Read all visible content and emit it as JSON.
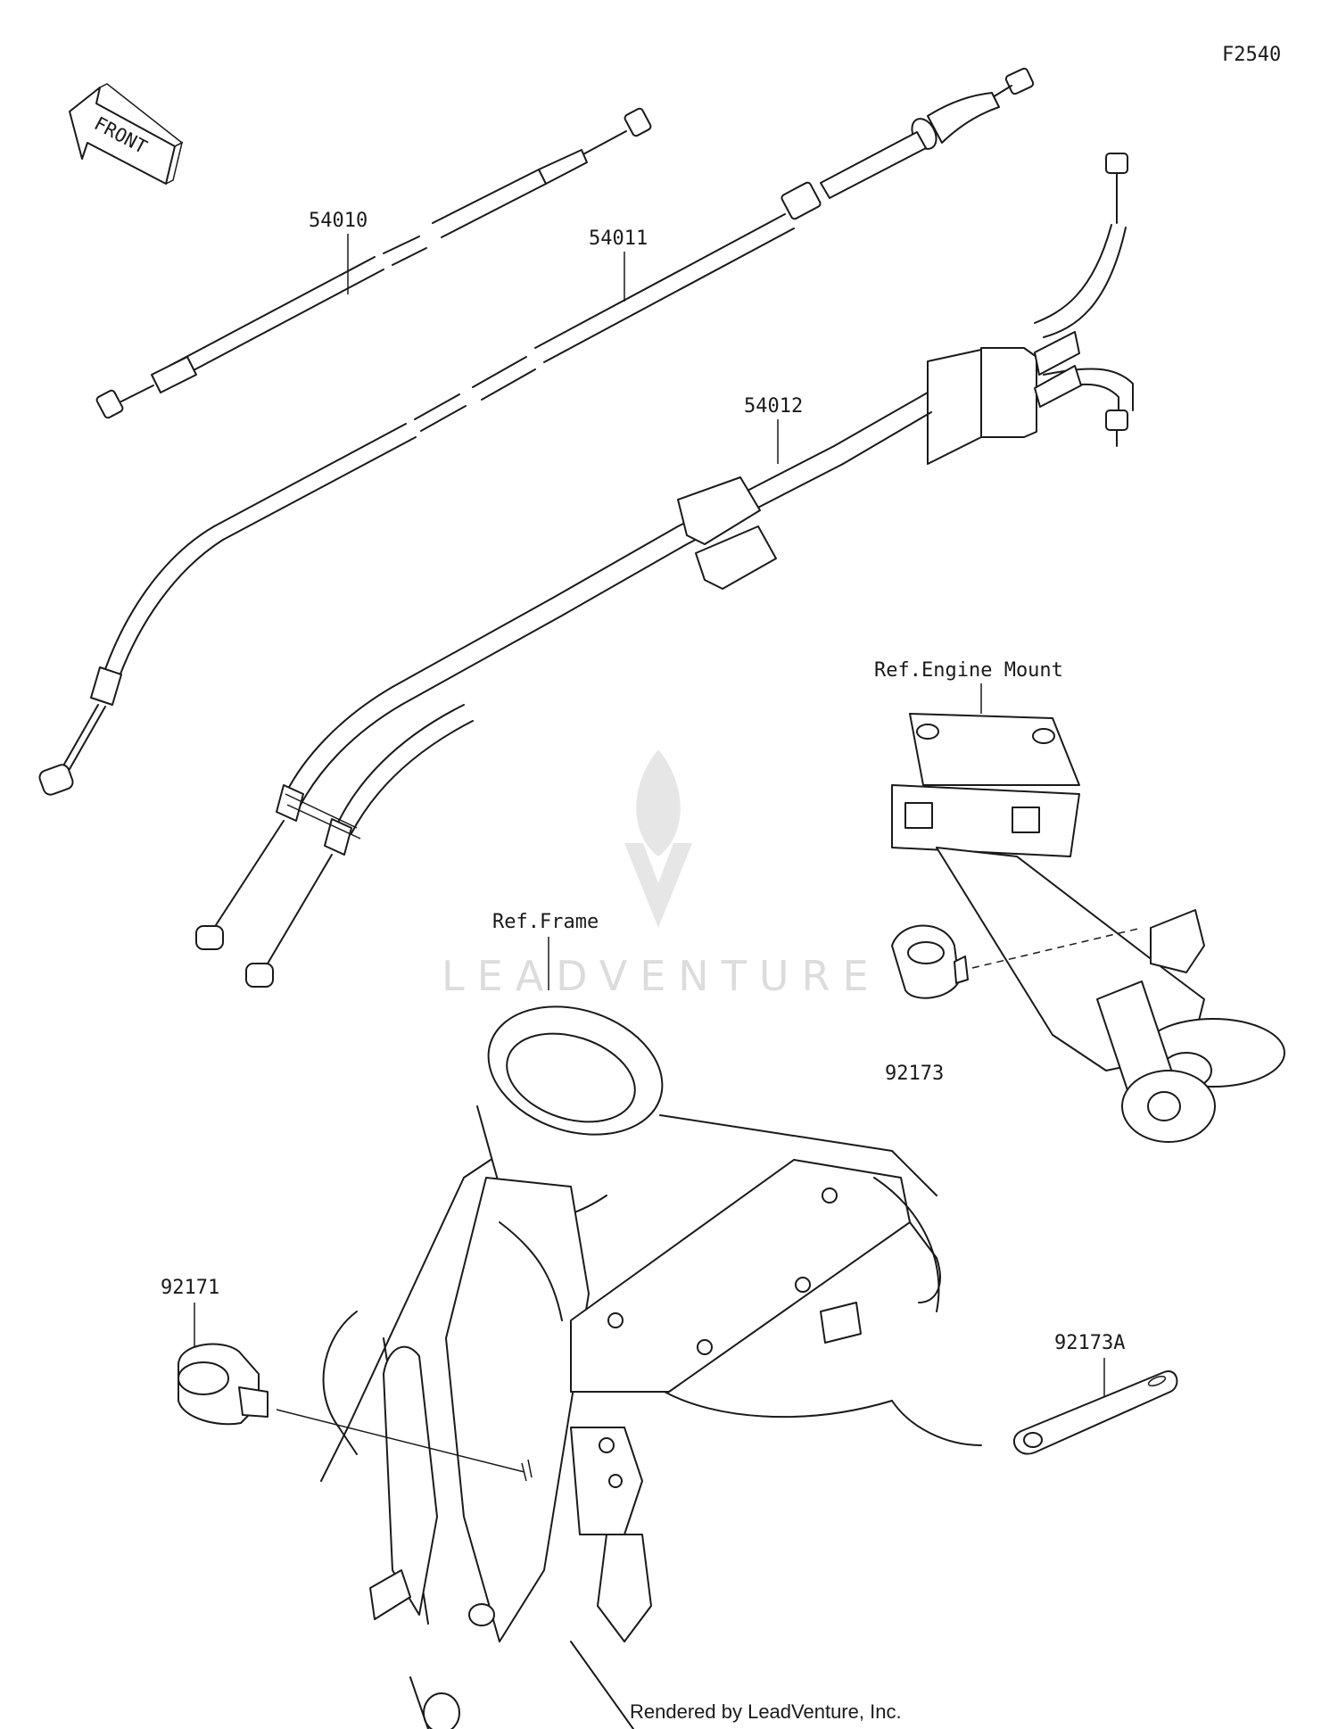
{
  "figure_code": "F2540",
  "front_arrow_label": "FRONT",
  "watermark": "LEADVENTURE",
  "credit": "Rendered by LeadVenture, Inc.",
  "parts": [
    {
      "number": "54010"
    },
    {
      "number": "54011"
    },
    {
      "number": "54012"
    },
    {
      "number": "92173"
    },
    {
      "number": "92171"
    },
    {
      "number": "92173A"
    }
  ],
  "references": {
    "engine_mount": "Ref.Engine Mount",
    "frame": "Ref.Frame"
  }
}
